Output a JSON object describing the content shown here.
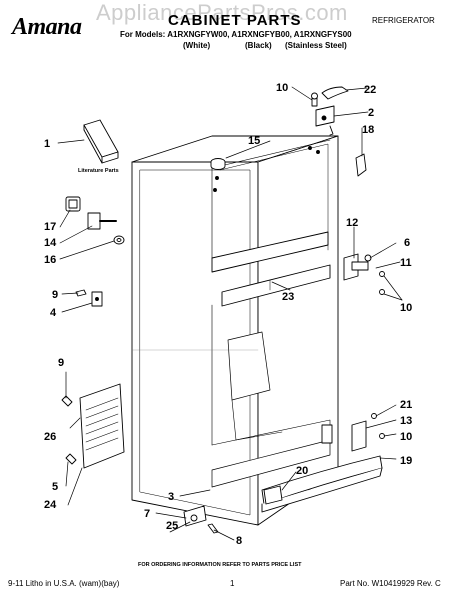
{
  "header": {
    "brand": "Amana",
    "title": "CABINET PARTS",
    "watermark": "AppliancePartsPros.com",
    "category": "REFRIGERATOR",
    "models_line": "For Models: A1RXNGFYW00, A1RXNGFYB00, A1RXNGFYS00",
    "finishes": [
      "(White)",
      "(Black)",
      "(Stainless Steel)"
    ]
  },
  "diagram": {
    "literature_label": "Literature Parts",
    "callouts": [
      "1",
      "2",
      "3",
      "4",
      "5",
      "6",
      "7",
      "8",
      "9",
      "9",
      "10",
      "10",
      "10",
      "11",
      "12",
      "13",
      "14",
      "15",
      "16",
      "17",
      "18",
      "19",
      "20",
      "21",
      "22",
      "23",
      "24",
      "25",
      "26"
    ]
  },
  "footer": {
    "order_note": "FOR ORDERING INFORMATION REFER TO PARTS PRICE LIST",
    "left": "9-11 Litho in U.S.A. (wam)(bay)",
    "page": "1",
    "right": "Part No. W10419929 Rev. C"
  }
}
